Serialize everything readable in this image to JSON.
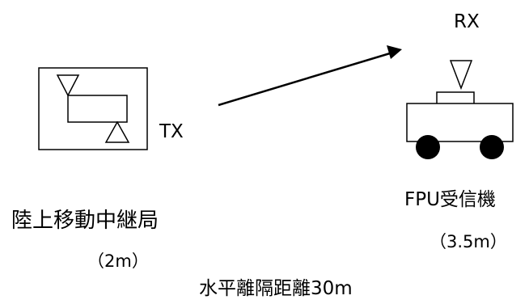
{
  "transmitter": {
    "tag": "TX",
    "station_name": "陸上移動中継局",
    "height": "（2m）"
  },
  "receiver": {
    "tag": "RX",
    "name": "FPU受信機",
    "height": "（3.5m）"
  },
  "separation": {
    "label": "水平離隔距離30m"
  }
}
